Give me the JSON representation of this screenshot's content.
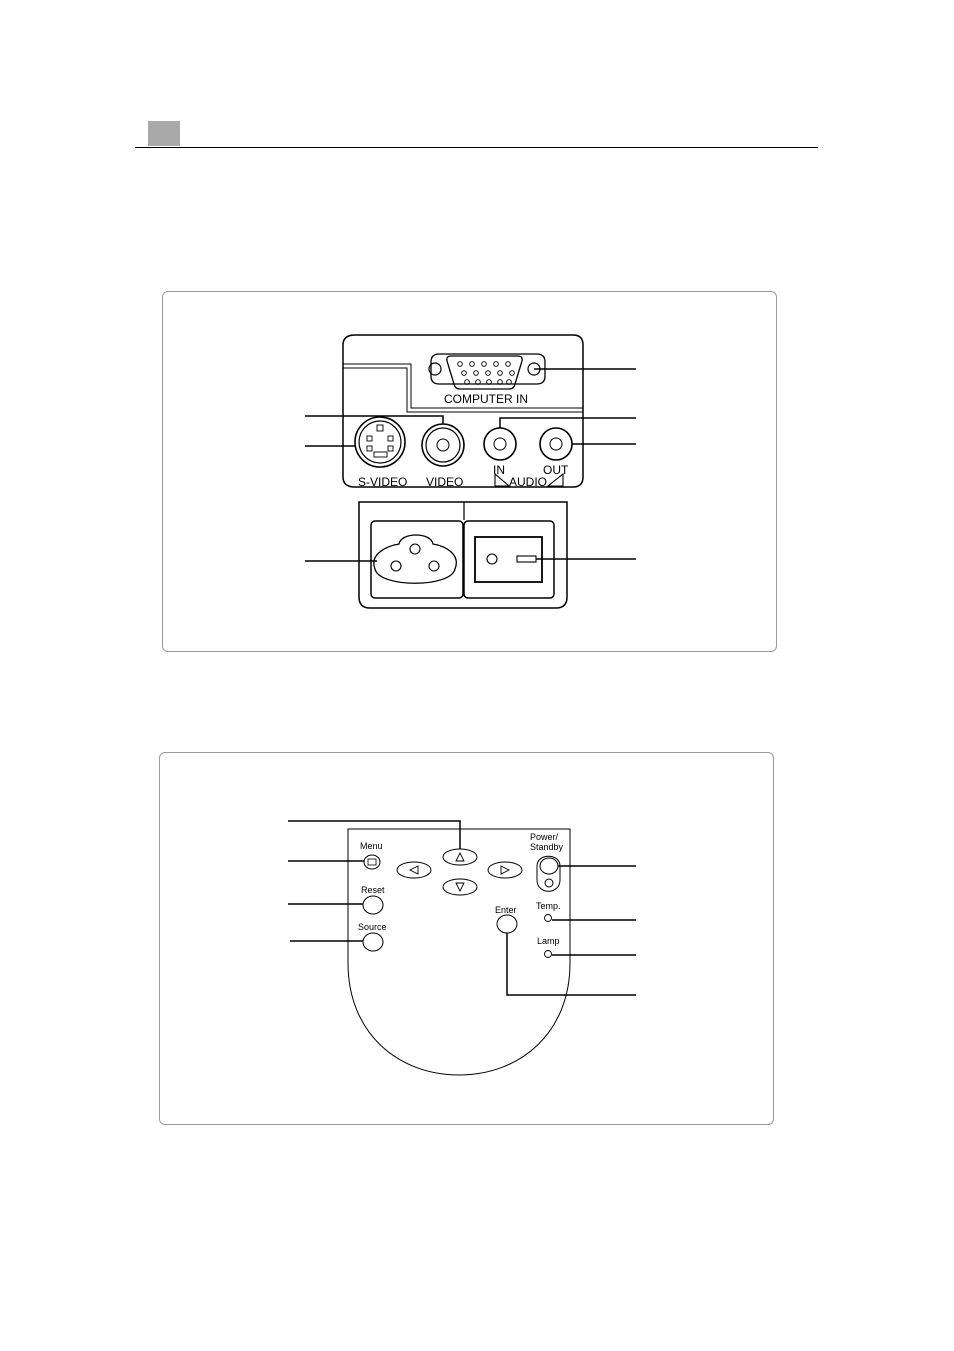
{
  "connector_panel": {
    "computer_in": "COMPUTER IN",
    "s_video": "S-VIDEO",
    "video": "VIDEO",
    "audio_in": "IN",
    "audio_out": "OUT",
    "audio": "AUDIO"
  },
  "control_panel": {
    "menu": "Menu",
    "reset": "Reset",
    "source": "Source",
    "enter": "Enter",
    "power_line1": "Power/",
    "power_line2": "Standby",
    "temp": "Temp.",
    "lamp": "Lamp"
  },
  "colors": {
    "header_tab": "#a9a9a9",
    "panel_border": "#9a9a9a",
    "line": "#000000"
  }
}
